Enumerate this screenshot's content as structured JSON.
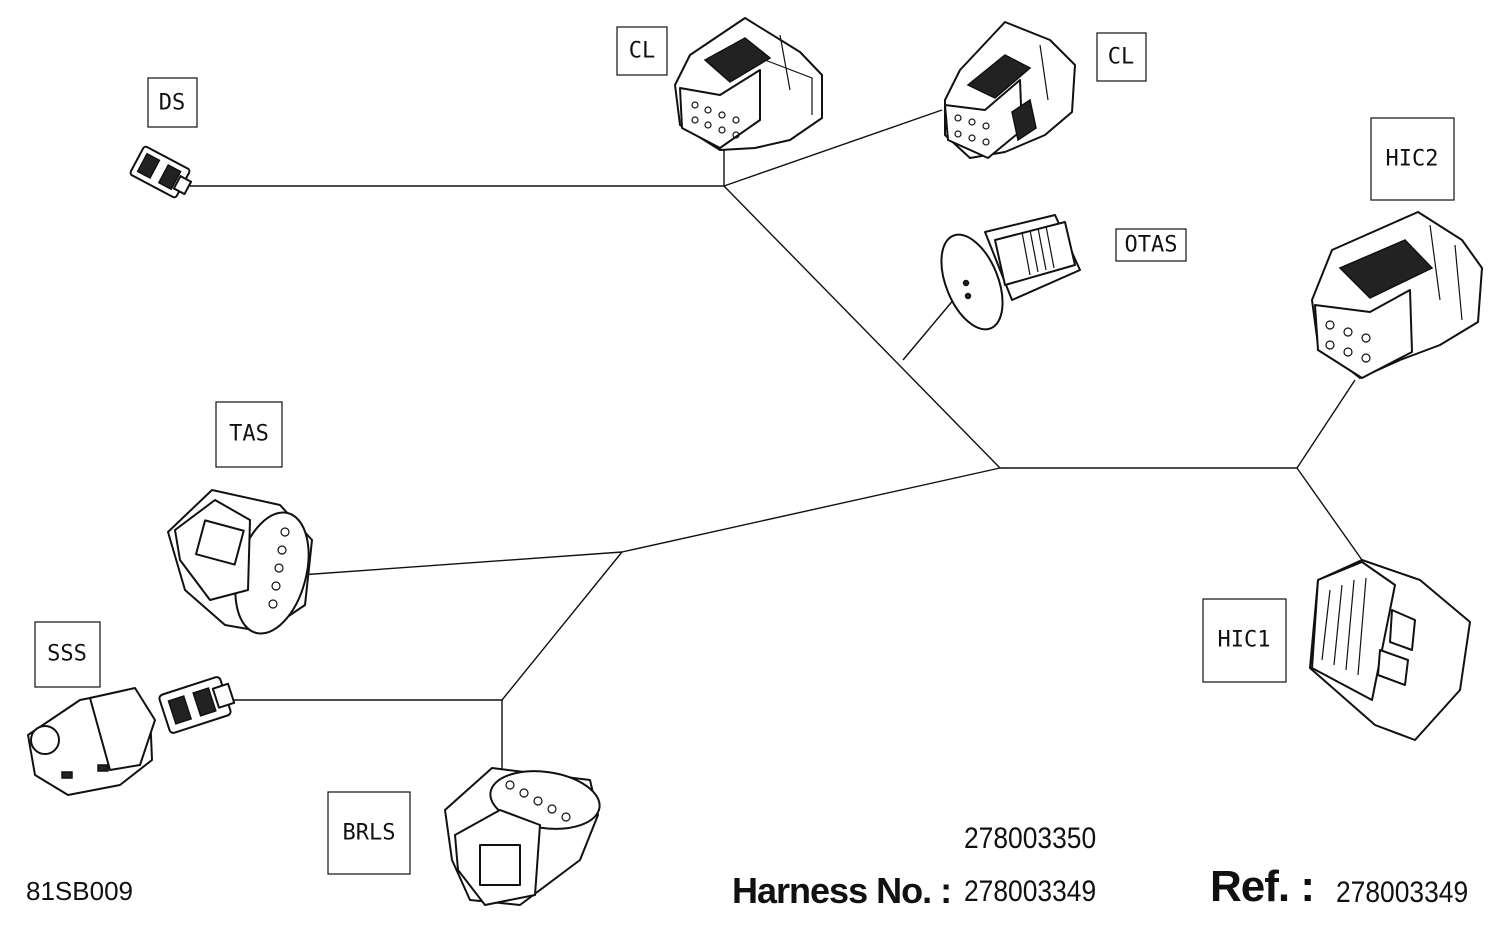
{
  "labels": {
    "ds": "DS",
    "cl_left": "CL",
    "cl_right": "CL",
    "hic2": "HIC2",
    "otas": "OTAS",
    "tas": "TAS",
    "sss": "SSS",
    "hic1": "HIC1",
    "brls": "BRLS"
  },
  "footer": {
    "figure_id": "81SB009",
    "harness_alt": "278003350",
    "harness_label": "Harness No. :",
    "harness_value": "278003349",
    "ref_label": "Ref. :",
    "ref_value": "278003349"
  }
}
